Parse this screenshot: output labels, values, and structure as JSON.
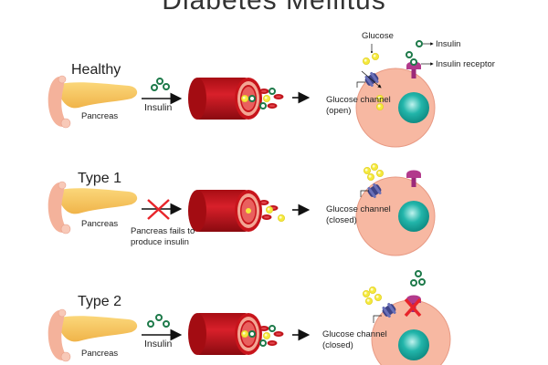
{
  "title": "Diabetes Mellitus",
  "legend": {
    "glucose": "Glucose",
    "insulin": "Insulin",
    "insulin_receptor": "Insulin receptor"
  },
  "rows": [
    {
      "title": "Healthy",
      "pancreas_label": "Pancreas",
      "arrow_label": "Insulin",
      "channel_label_1": "Glucose channel",
      "channel_label_2": "(open)"
    },
    {
      "title": "Type 1",
      "pancreas_label": "Pancreas",
      "arrow_label_1": "Pancreas fails to",
      "arrow_label_2": "produce insulin",
      "channel_label_1": "Glucose channel",
      "channel_label_2": "(closed)"
    },
    {
      "title": "Type 2",
      "pancreas_label": "Pancreas",
      "arrow_label": "Insulin",
      "channel_label_1": "Glucose channel",
      "channel_label_2": "(closed)"
    }
  ],
  "colors": {
    "pancreas": "#f7c65a",
    "duct": "#f4b8a3",
    "vessel": "#c8141b",
    "vessel_inner": "#f08a7a",
    "insulin": "#1e7a4a",
    "glucose": "#f5e83a",
    "cell": "#f7b8a2",
    "nucleus": "#1fb0a6",
    "receptor": "#9c2a7a",
    "channel": "#4a4a8a",
    "block": "#e8242a"
  }
}
